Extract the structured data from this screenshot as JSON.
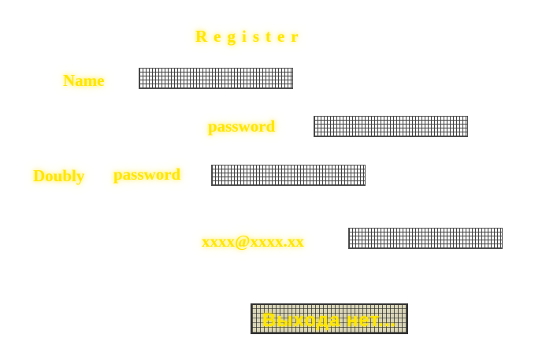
{
  "form": {
    "title": "Register",
    "labels": {
      "name": "Name",
      "password": "password",
      "doubly_prefix": "Doubly",
      "doubly_password": "password",
      "email_placeholder_text": "xxxx@xxxx.xx"
    },
    "fields": {
      "name_value": "",
      "password_value": "",
      "confirm_password_value": "",
      "email_value": ""
    },
    "submit_label": "Выхода нет..."
  },
  "colors": {
    "label_text": "#ffe600",
    "background": "#ffffff"
  }
}
